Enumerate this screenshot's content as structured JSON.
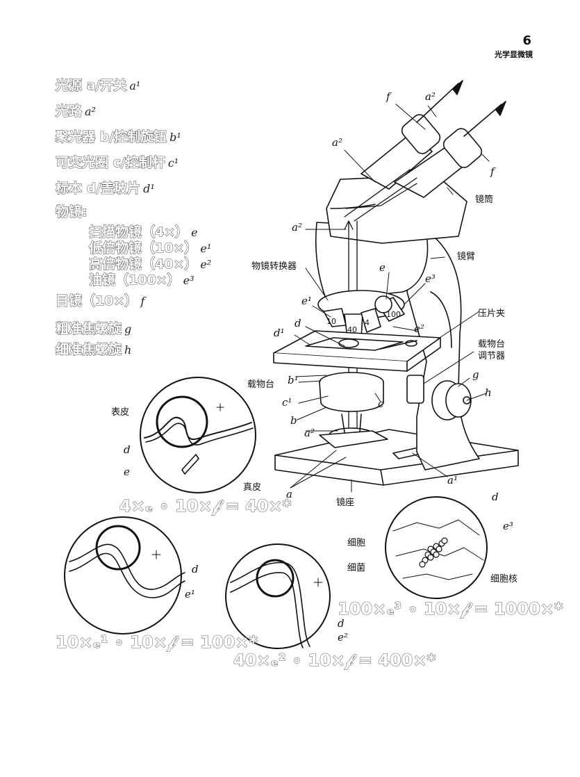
{
  "page": {
    "number": "6",
    "chapter": "光学显微镜"
  },
  "legend": [
    {
      "text": "光源 a/开关",
      "letter": "a¹"
    },
    {
      "text": "光路",
      "letter": "a²"
    },
    {
      "text": "聚光器 b/控制旋钮",
      "letter": "b¹"
    },
    {
      "text": "可变光圈 c/控制杆",
      "letter": "c¹"
    },
    {
      "text": "标本 d/盖玻片",
      "letter": "d¹"
    },
    {
      "text": "物镜:",
      "letter": ""
    },
    {
      "text": "扫描物镜（4×）",
      "letter": "e"
    },
    {
      "text": "低倍物镜（10×）",
      "letter": "e¹"
    },
    {
      "text": "高倍物镜（40×）",
      "letter": "e²"
    },
    {
      "text": "油镜（100×）",
      "letter": "e³"
    },
    {
      "text": "目镜（10×）",
      "letter": "f"
    },
    {
      "text": "粗准焦螺旋",
      "letter": "g"
    },
    {
      "text": "细准焦螺旋",
      "letter": "h"
    }
  ],
  "labels": {
    "tube": "镜筒",
    "arm": "镜臂",
    "nosepiece": "物镜转换器",
    "clip": "压片夹",
    "stage": "载物台",
    "stage_adjust_1": "载物台",
    "stage_adjust_2": "调节器",
    "base": "镜座",
    "epidermis": "表皮",
    "dermis": "真皮",
    "cell": "细胞",
    "bacteria": "细菌",
    "nucleus": "细胞核"
  },
  "letters": {
    "f": "f",
    "a2": "a²",
    "e": "e",
    "e1": "e¹",
    "e2": "e²",
    "e3": "e³",
    "d": "d",
    "d1": "d¹",
    "b1": "b¹",
    "c1": "c¹",
    "c": "c",
    "b": "b",
    "a": "a",
    "a1": "a¹",
    "g": "g",
    "h": "h"
  },
  "objective_marks": {
    "m10": "10",
    "m40": "40",
    "m4": "4",
    "m100": "100"
  },
  "formulas": {
    "f1": "4×ₑ ∘ 10×𝒻 = 40×*",
    "f2": "10×ₑ¹ ∘ 10×𝒻 = 100×*",
    "f3": "40×ₑ² ∘ 10×𝒻 = 400×*",
    "f4": "100×ₑ³ ∘ 10×𝒻 = 1000×*"
  }
}
